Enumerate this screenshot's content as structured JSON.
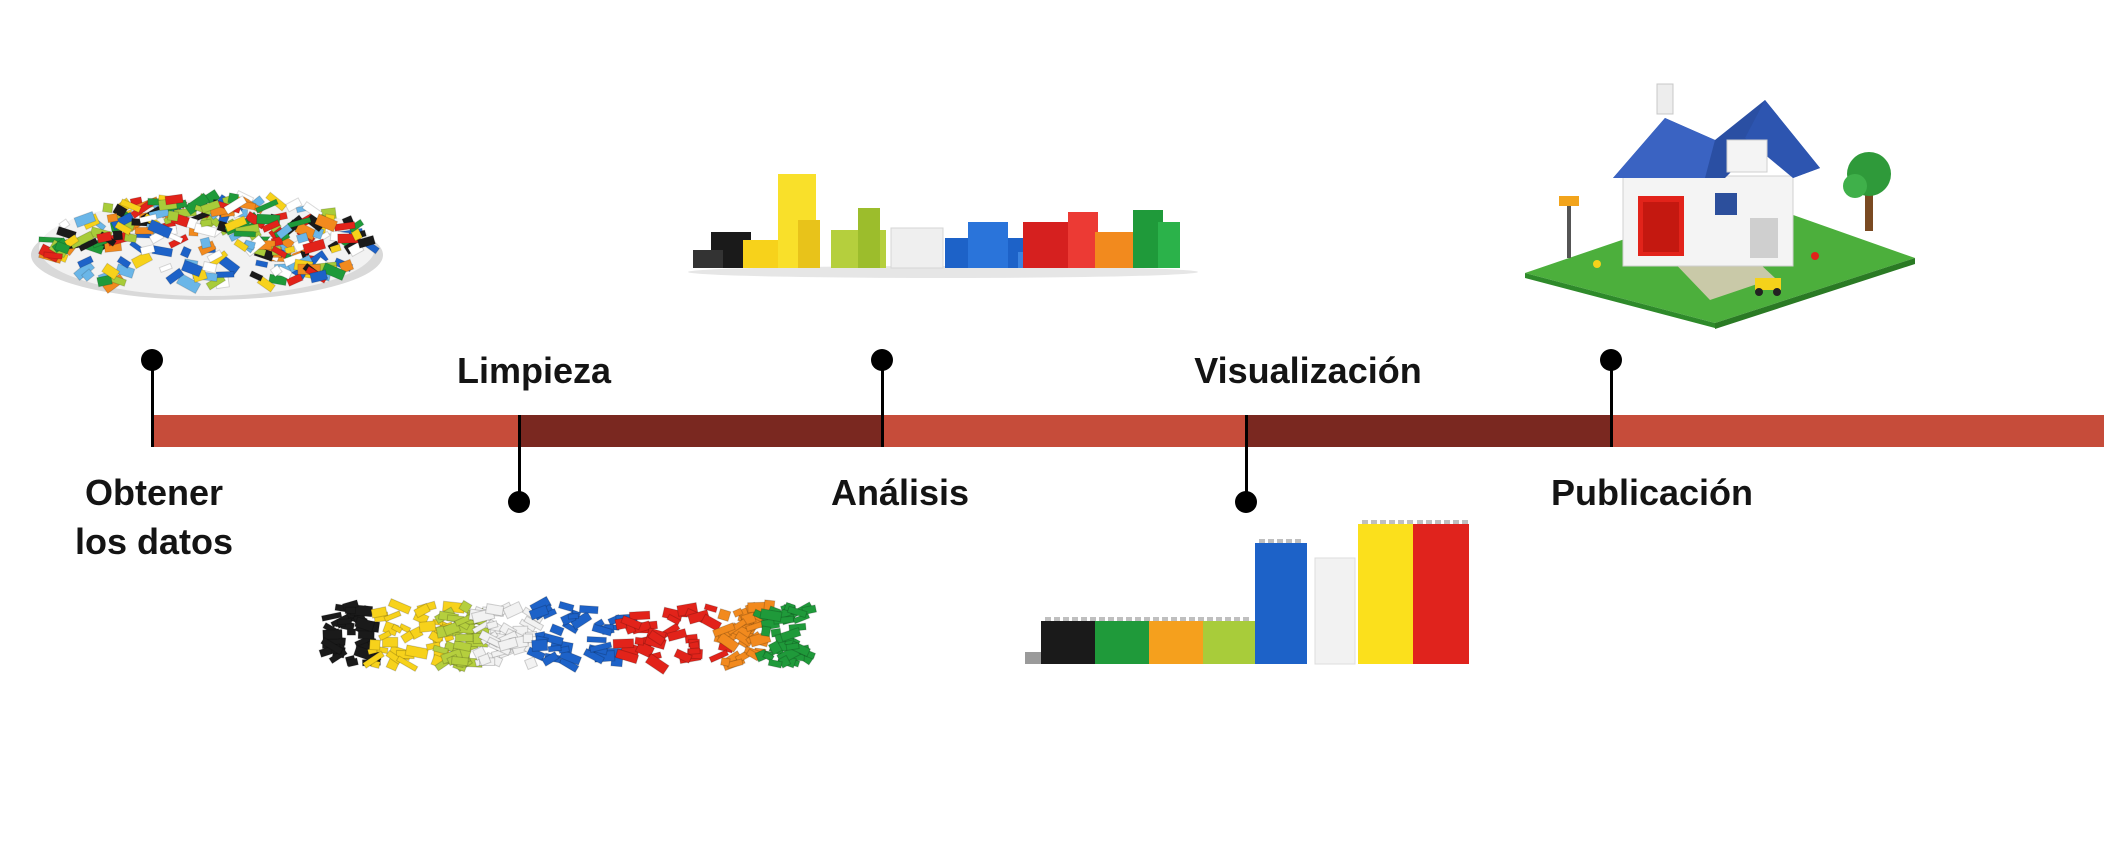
{
  "colors": {
    "band_light": "#c64c3a",
    "band_dark": "#7a2820",
    "marker": "#000000",
    "text": "#141414"
  },
  "stages": [
    {
      "label": "Obtener\nlos datos",
      "image": "pile-of-mixed-lego-bricks"
    },
    {
      "label": "Limpieza",
      "image": "lego-bricks-grouped-by-color"
    },
    {
      "label": "Análisis",
      "image": "lego-bricks-stacked-by-color"
    },
    {
      "label": "Visualización",
      "image": "lego-bar-chart-by-color"
    },
    {
      "label": "Publicación",
      "image": "lego-house-model"
    }
  ]
}
